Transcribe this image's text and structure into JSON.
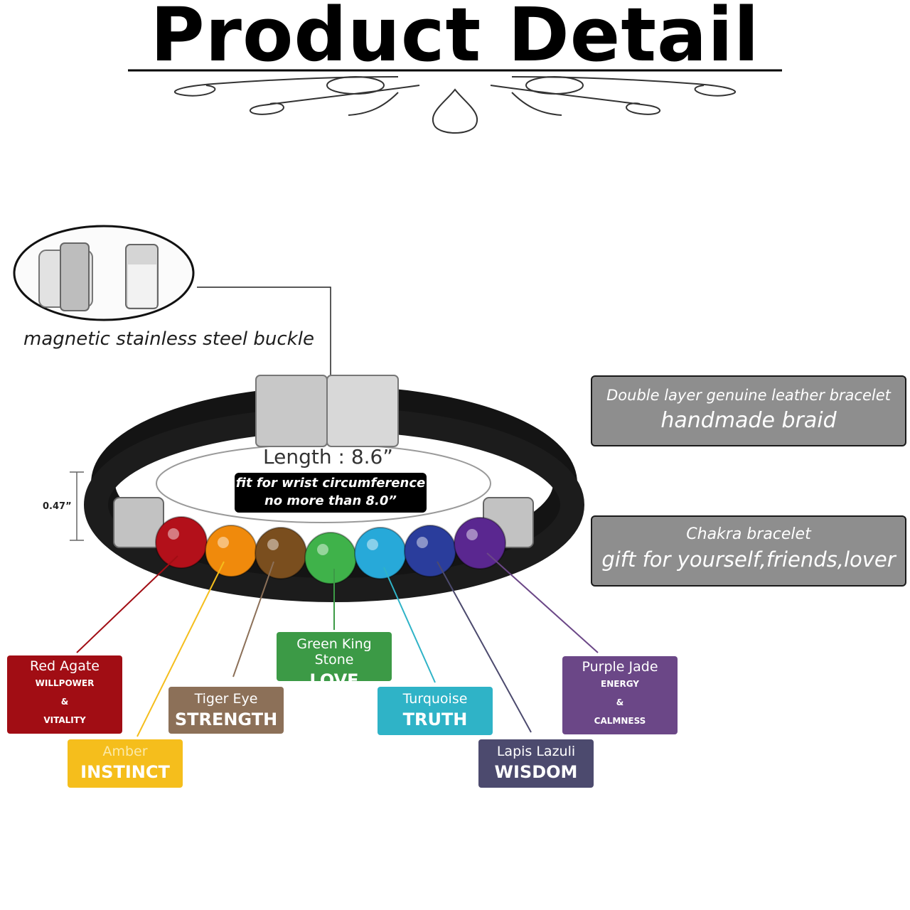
{
  "title": "Product Detail",
  "buckle_caption": "magnetic stainless steel buckle",
  "feature_boxes": [
    {
      "line1": "Double layer genuine leather bracelet",
      "line2": "handmade braid"
    },
    {
      "line1": "Chakra bracelet",
      "line2": "gift for yourself,friends,lover"
    }
  ],
  "length_label": "Length : 8.6”",
  "fit_note": {
    "line1": "fit for wrist circumference",
    "line2": "no more than 8.0”"
  },
  "width_label": "0.47”",
  "stones": [
    {
      "id": "red-agate",
      "name": "Red Agate",
      "lines": [
        "WILLPOWER",
        "&",
        "VITALITY"
      ],
      "color": "#a10d14"
    },
    {
      "id": "amber",
      "name": "Amber",
      "lines": [
        "INSTINCT"
      ],
      "color": "#f5be1c"
    },
    {
      "id": "tiger-eye",
      "name": "Tiger Eye",
      "lines": [
        "STRENGTH"
      ],
      "color": "#8c7058"
    },
    {
      "id": "green-king-stone",
      "name": "Green King Stone",
      "lines": [
        "LOVE"
      ],
      "color": "#3c9a46"
    },
    {
      "id": "turquoise",
      "name": "Turquoise",
      "lines": [
        "TRUTH"
      ],
      "color": "#2fb3c7"
    },
    {
      "id": "lapis-lazuli",
      "name": "Lapis Lazuli",
      "lines": [
        "WISDOM"
      ],
      "color": "#4c4a6e"
    },
    {
      "id": "purple-jade",
      "name": "Purple Jade",
      "lines": [
        "ENERGY",
        "&",
        "CALMNESS"
      ],
      "color": "#6b4787"
    }
  ],
  "bead_colors": [
    "#b3101a",
    "#f08a0c",
    "#7a4e1e",
    "#3fb24a",
    "#27a9d9",
    "#2a3d9c",
    "#5a2790"
  ],
  "leather_color": "#141414",
  "steel_color": "#c8c8c8"
}
